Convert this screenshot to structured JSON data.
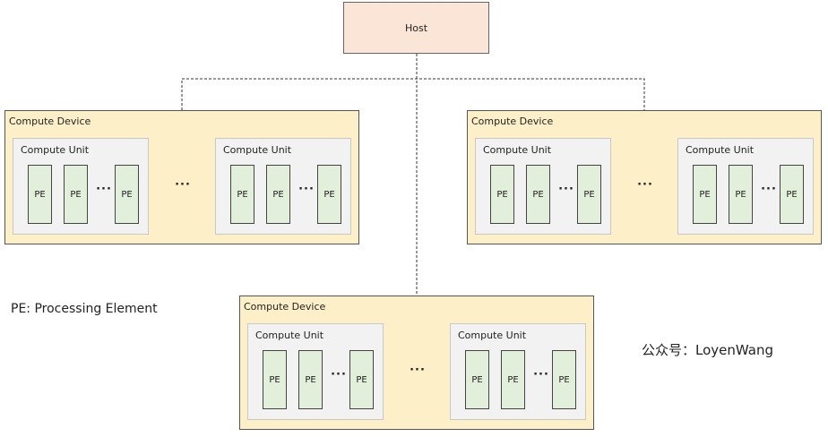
{
  "host": {
    "label": "Host"
  },
  "device_label": "Compute Device",
  "unit_label": "Compute Unit",
  "pe_label": "PE",
  "pe_dots": "···",
  "unit_dots": "···",
  "legend": "PE: Processing Element",
  "watermark": "公众号：LoyenWang"
}
